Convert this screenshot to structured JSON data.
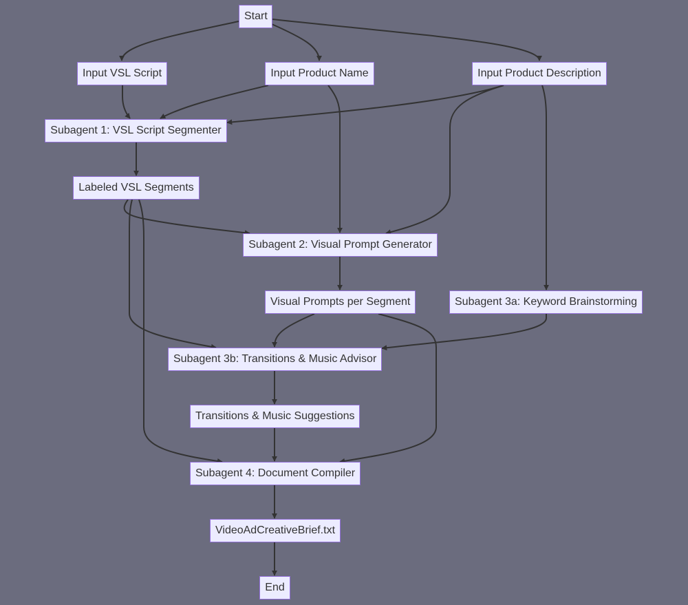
{
  "nodes": {
    "start": "Start",
    "input_vsl_script": "Input VSL Script",
    "input_product_name": "Input Product Name",
    "input_product_description": "Input Product Description",
    "subagent_1": "Subagent 1: VSL Script Segmenter",
    "labeled_vsl_segments": "Labeled VSL Segments",
    "subagent_2": "Subagent 2: Visual Prompt Generator",
    "visual_prompts_per_segment": "Visual Prompts per Segment",
    "subagent_3a": "Subagent 3a: Keyword Brainstorming",
    "subagent_3b": "Subagent 3b: Transitions & Music Advisor",
    "transitions_music_suggestions": "Transitions & Music Suggestions",
    "subagent_4": "Subagent 4: Document Compiler",
    "output_file": "VideoAdCreativeBrief.txt",
    "end": "End"
  },
  "edges": [
    {
      "from": "Start",
      "to": "Input VSL Script"
    },
    {
      "from": "Start",
      "to": "Input Product Name"
    },
    {
      "from": "Start",
      "to": "Input Product Description"
    },
    {
      "from": "Input VSL Script",
      "to": "Subagent 1: VSL Script Segmenter"
    },
    {
      "from": "Input Product Name",
      "to": "Subagent 1: VSL Script Segmenter"
    },
    {
      "from": "Input Product Description",
      "to": "Subagent 1: VSL Script Segmenter"
    },
    {
      "from": "Subagent 1: VSL Script Segmenter",
      "to": "Labeled VSL Segments"
    },
    {
      "from": "Labeled VSL Segments",
      "to": "Subagent 2: Visual Prompt Generator"
    },
    {
      "from": "Input Product Name",
      "to": "Subagent 2: Visual Prompt Generator"
    },
    {
      "from": "Input Product Description",
      "to": "Subagent 2: Visual Prompt Generator"
    },
    {
      "from": "Input Product Description",
      "to": "Subagent 3a: Keyword Brainstorming"
    },
    {
      "from": "Subagent 2: Visual Prompt Generator",
      "to": "Visual Prompts per Segment"
    },
    {
      "from": "Labeled VSL Segments",
      "to": "Subagent 3b: Transitions & Music Advisor"
    },
    {
      "from": "Visual Prompts per Segment",
      "to": "Subagent 3b: Transitions & Music Advisor"
    },
    {
      "from": "Subagent 3a: Keyword Brainstorming",
      "to": "Subagent 3b: Transitions & Music Advisor"
    },
    {
      "from": "Subagent 3b: Transitions & Music Advisor",
      "to": "Transitions & Music Suggestions"
    },
    {
      "from": "Labeled VSL Segments",
      "to": "Subagent 4: Document Compiler"
    },
    {
      "from": "Visual Prompts per Segment",
      "to": "Subagent 4: Document Compiler"
    },
    {
      "from": "Transitions & Music Suggestions",
      "to": "Subagent 4: Document Compiler"
    },
    {
      "from": "Subagent 4: Document Compiler",
      "to": "VideoAdCreativeBrief.txt"
    },
    {
      "from": "VideoAdCreativeBrief.txt",
      "to": "End"
    }
  ],
  "colors": {
    "background": "#6b6c7e",
    "node_fill": "#ececff",
    "node_border": "#9370db",
    "edge": "#333333",
    "text": "#333333"
  }
}
